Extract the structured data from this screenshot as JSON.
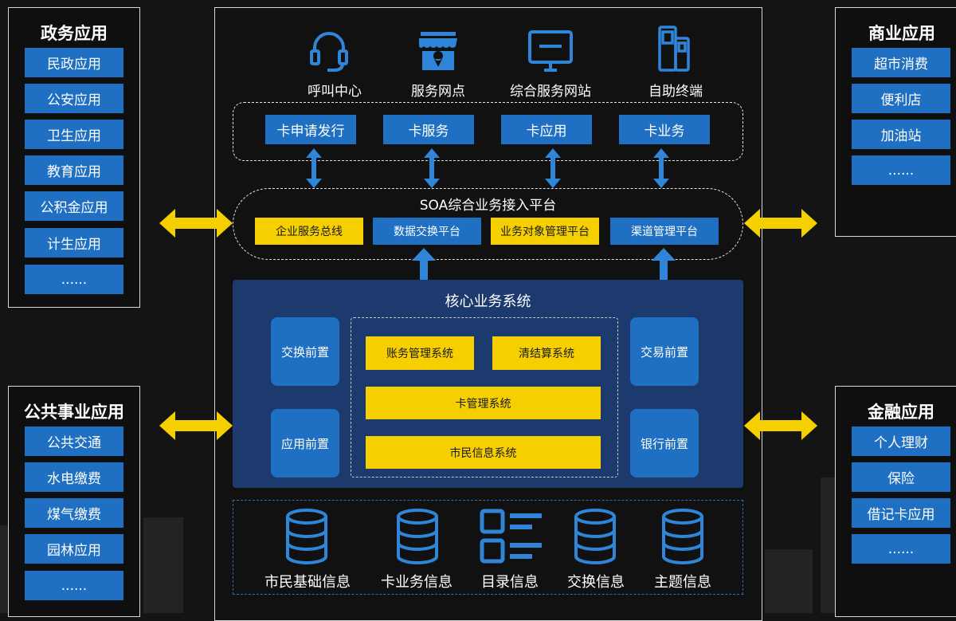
{
  "left_top": {
    "title": "政务应用",
    "items": [
      "民政应用",
      "公安应用",
      "卫生应用",
      "教育应用",
      "公积金应用",
      "计生应用",
      "......"
    ]
  },
  "left_bottom": {
    "title": "公共事业应用",
    "items": [
      "公共交通",
      "水电缴费",
      "煤气缴费",
      "园林应用",
      "......"
    ]
  },
  "right_top": {
    "title": "商业应用",
    "items": [
      "超市消费",
      "便利店",
      "加油站",
      "......"
    ]
  },
  "right_bottom": {
    "title": "金融应用",
    "items": [
      "个人理财",
      "保险",
      "借记卡应用",
      "......"
    ]
  },
  "channels": [
    {
      "label": "呼叫中心",
      "icon": "headset-icon"
    },
    {
      "label": "服务网点",
      "icon": "store-icon"
    },
    {
      "label": "综合服务网站",
      "icon": "monitor-icon"
    },
    {
      "label": "自助终端",
      "icon": "kiosk-icon"
    }
  ],
  "card_services": [
    "卡申请发行",
    "卡服务",
    "卡应用",
    "卡业务"
  ],
  "soa": {
    "title": "SOA综合业务接入平台",
    "items": [
      {
        "label": "企业服务总线",
        "color": "#f5cf00"
      },
      {
        "label": "数据交换平台",
        "color": "#1f6fc2"
      },
      {
        "label": "业务对象管理平台",
        "color": "#f5cf00"
      },
      {
        "label": "渠道管理平台",
        "color": "#1f6fc2"
      }
    ]
  },
  "core": {
    "title": "核心业务系统",
    "left_fronts": [
      "交换前置",
      "应用前置"
    ],
    "right_fronts": [
      "交易前置",
      "银行前置"
    ],
    "systems": [
      "账务管理系统",
      "清结算系统",
      "卡管理系统",
      "市民信息系统"
    ]
  },
  "databases": [
    {
      "label": "市民基础信息",
      "icon": "database-icon"
    },
    {
      "label": "卡业务信息",
      "icon": "database-icon"
    },
    {
      "label": "目录信息",
      "icon": "catalog-icon"
    },
    {
      "label": "交换信息",
      "icon": "database-icon"
    },
    {
      "label": "主题信息",
      "icon": "database-icon"
    }
  ],
  "colors": {
    "blue": "#1f6fc2",
    "yellow": "#f5cf00",
    "core_bg": "#1c3a6e",
    "background": "#141414"
  }
}
